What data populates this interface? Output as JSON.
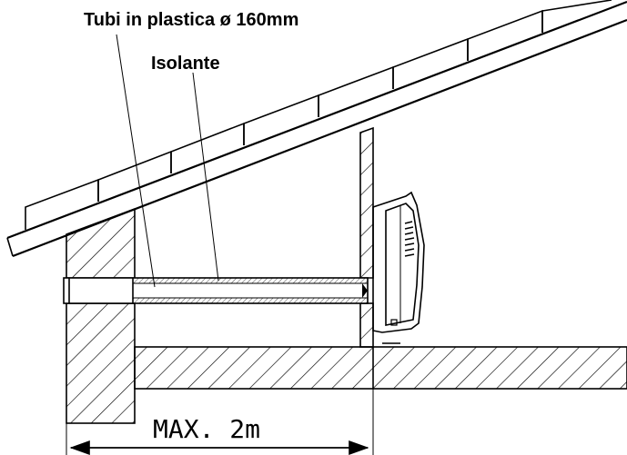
{
  "labels": {
    "pipe_label": "Tubi in plastica ø 160mm",
    "insulation_label": "Isolante",
    "max_distance_label": "MAX. 2m"
  },
  "colors": {
    "ink": "#000000",
    "background": "#ffffff"
  }
}
